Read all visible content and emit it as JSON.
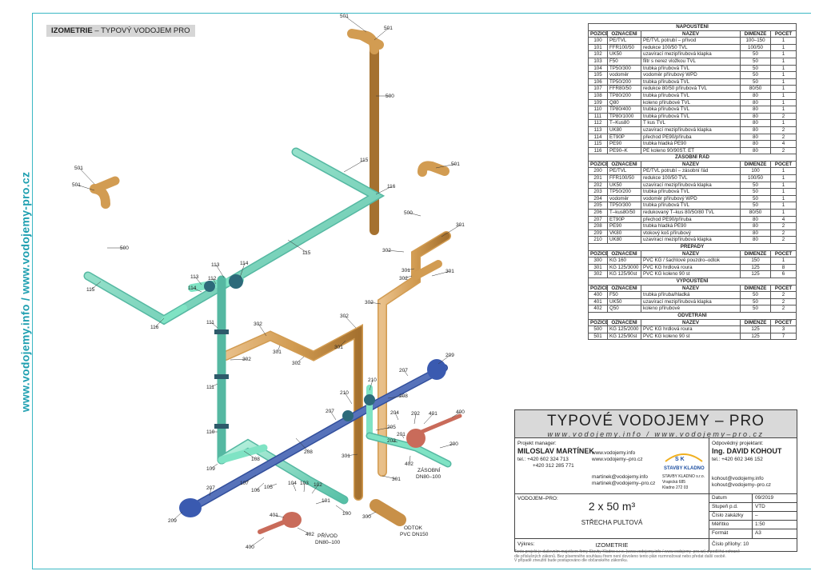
{
  "side_url": "www.vodojemy.info / www.vodojemy-pro.cz",
  "drawing_title": {
    "bold": "IZOMETRIE",
    "rest": " – TYPOVÝ VODOJEM PRO"
  },
  "colors": {
    "water": "#7fe3c4",
    "water_dark": "#55b8a2",
    "pvc": "#d6a15a",
    "pvc_dark": "#b07a3a",
    "steel": "#4a68b8",
    "valve": "#c96b5a",
    "frame": "#3bb8c4"
  },
  "bom": {
    "headers": [
      "POZICE",
      "OZNAČENÍ",
      "NÁZEV",
      "DIMENZE",
      "POČET"
    ],
    "sections": [
      {
        "title": "NAPOUŠTĚNÍ",
        "rows": [
          [
            "100",
            "PE/TVL",
            "PE/TVL potrubí – přívod",
            "100–150",
            "1"
          ],
          [
            "101",
            "FFR100/50",
            "redukce 100/50 TVL",
            "100/50",
            "1"
          ],
          [
            "102",
            "UK50",
            "uzavírací mezipřírubová klapka",
            "50",
            "1"
          ],
          [
            "103",
            "F50",
            "filtr s nerez vložkou TVL",
            "50",
            "1"
          ],
          [
            "104",
            "TP50/300",
            "trubka přírubová TVL",
            "50",
            "1"
          ],
          [
            "105",
            "vodoměr",
            "vodoměr přírubový WPD",
            "50",
            "1"
          ],
          [
            "106",
            "TP50/200",
            "trubka přírubová TVL",
            "50",
            "1"
          ],
          [
            "107",
            "FFR80/50",
            "redukce 80/50 přírubová TVL",
            "80/50",
            "1"
          ],
          [
            "108",
            "TP80/200",
            "trubka přírubová TVL",
            "80",
            "1"
          ],
          [
            "109",
            "Q80",
            "koleno přírubové TVL",
            "80",
            "1"
          ],
          [
            "110",
            "TP80/400",
            "trubka přírubová TVL",
            "80",
            "1"
          ],
          [
            "111",
            "TP80/1000",
            "trubka přírubová TVL",
            "80",
            "2"
          ],
          [
            "112",
            "T–Kus80",
            "T kus TVL",
            "80",
            "1"
          ],
          [
            "113",
            "UK80",
            "uzavírací mezipřírubová klapka",
            "80",
            "2"
          ],
          [
            "114",
            "ET90P",
            "přechod PE90/příruba",
            "80",
            "2"
          ],
          [
            "115",
            "PE90",
            "trubka hladká PE90",
            "80",
            "4"
          ],
          [
            "116",
            "PE90–K",
            "PE koleno 90/90ST. ET",
            "80",
            "2"
          ]
        ]
      },
      {
        "title": "ZÁSOBNÍ ŘÁD",
        "rows": [
          [
            "200",
            "PE/TVL",
            "PE/TVL potrubí – zásobní řád",
            "100",
            "1"
          ],
          [
            "201",
            "FFR100/50",
            "redukce 100/50 TVL",
            "100/50",
            "1"
          ],
          [
            "202",
            "UK50",
            "uzavírací mezipřírubová klapka",
            "50",
            "1"
          ],
          [
            "203",
            "TP50/200",
            "trubka přírubová TVL",
            "50",
            "1"
          ],
          [
            "204",
            "vodoměr",
            "vodoměr přírubový WPD",
            "50",
            "1"
          ],
          [
            "205",
            "TP50/300",
            "trubka přírubová TVL",
            "50",
            "1"
          ],
          [
            "206",
            "T–kus80/50",
            "redukovaný T–kus 80/50/80 TVL",
            "80/50",
            "1"
          ],
          [
            "207",
            "ET90P",
            "přechod PE90/příruba",
            "80",
            "4"
          ],
          [
            "208",
            "PE90",
            "trubka hladká PE90",
            "80",
            "2"
          ],
          [
            "209",
            "VK80",
            "vtokový koš přírubový",
            "80",
            "2"
          ],
          [
            "210",
            "UK80",
            "uzavírací mezipřírubová klapka",
            "80",
            "2"
          ]
        ]
      },
      {
        "title": "PŘEPADY",
        "rows": [
          [
            "300",
            "KG 160",
            "PVC KG / šachtové pouzdro–odtok",
            "150",
            "1"
          ],
          [
            "301",
            "KG 125/3000",
            "PVC KG hrdlová roura",
            "125",
            "8"
          ],
          [
            "302",
            "KG 125/90st",
            "PVC KG koleno 90 st",
            "125",
            "6"
          ]
        ]
      },
      {
        "title": "VYPOUŠTĚNÍ",
        "rows": [
          [
            "400",
            "F50",
            "trubka příruba/hladká",
            "50",
            "2"
          ],
          [
            "401",
            "UK50",
            "uzavírací mezipřírubová klapka",
            "50",
            "2"
          ],
          [
            "402",
            "Q50",
            "koleno přírubové",
            "50",
            "2"
          ]
        ]
      },
      {
        "title": "ODVĚTRÁNÍ",
        "rows": [
          [
            "500",
            "KG 125/2000",
            "PVC KG hrdlová roura",
            "125",
            "3"
          ],
          [
            "501",
            "KG 125/90st",
            "PVC KG koleno 90 st",
            "125",
            "7"
          ]
        ]
      }
    ]
  },
  "title_block": {
    "big_title": "TYPOVÉ VODOJEMY – PRO",
    "www": "www.vodojemy.info / www.vodojemy–pro.cz",
    "manager_label": "Projekt manager:",
    "manager_name": "MILOSLAV MARTÍNEK",
    "manager_tel1": "tel.: +420 602 324 713",
    "manager_tel2": "+420 312 285 771",
    "web1": "www.vodojemy.info",
    "web2": "www.vodojemy–pro.cz",
    "mail1": "martinek@vodojemy.info",
    "mail2": "martinek@vodojemy–pro.cz",
    "logo_text": "S K",
    "logo_sub": "STAVBY KLADNO",
    "company1": "STAVBY KLADNO s.r.o.",
    "company2": "Vrapická 685",
    "company3": "Kladno 272 03",
    "resp_label": "Odpovědný projektant:",
    "resp_name": "Ing. DAVID KOHOUT",
    "resp_tel": "tel.: +420 602 346 152",
    "resp_mail1": "kohout@vodojemy.info",
    "resp_mail2": "kohout@vodojemy–pro.cz",
    "type_label": "VODOJEM–PRO:",
    "volume": "2 x 50 m³",
    "roof": "STŘECHA PULTOVÁ",
    "drawing_label": "Výkres:",
    "drawing_name": "IZOMETRIE",
    "meta": [
      {
        "k": "Datum",
        "v": "09/2019"
      },
      {
        "k": "Stupeň p.d.",
        "v": "VTD"
      },
      {
        "k": "Číslo zakázky",
        "v": "–"
      },
      {
        "k": "Měřítko",
        "v": "1:50"
      },
      {
        "k": "Formát",
        "v": "A3"
      }
    ],
    "attachment": "Číslo přílohy: 10",
    "footnote1": "Tento projekt je duševním majetkem firmy Stavby Kladno s.r.o. (www.vodojemy.info / www.vodojemy–pro.cz) a podléhá ochraně",
    "footnote2": "dle příslušných zákonů. Bez písemného souhlasu firem není dovoleno tento plán rozmnožovat nebo předat další osobě.",
    "footnote3": "V případě zneužití bude postupováno dle občanského zákoníku."
  },
  "annotations": {
    "privod_a": "PŘÍVOD",
    "privod_b": "DN80–100",
    "zasobni_a": "ZÁSOBNÍ",
    "zasobni_b": "DN80–100",
    "odtok_a": "ODTOK",
    "odtok_b": "PVC DN150"
  },
  "labels": [
    {
      "t": "501",
      "id": "l1"
    },
    {
      "t": "501",
      "id": "l2"
    },
    {
      "t": "500",
      "id": "l3"
    },
    {
      "t": "501",
      "id": "l4"
    },
    {
      "t": "501",
      "id": "l5"
    },
    {
      "t": "500",
      "id": "l6"
    },
    {
      "t": "501",
      "id": "l7"
    },
    {
      "t": "500",
      "id": "l8"
    },
    {
      "t": "115",
      "id": "l9"
    },
    {
      "t": "116",
      "id": "l10"
    },
    {
      "t": "115",
      "id": "l11"
    },
    {
      "t": "115",
      "id": "l12"
    },
    {
      "t": "116",
      "id": "l13"
    },
    {
      "t": "113",
      "id": "l14"
    },
    {
      "t": "114",
      "id": "l15"
    },
    {
      "t": "113",
      "id": "l16"
    },
    {
      "t": "112",
      "id": "l17"
    },
    {
      "t": "114",
      "id": "l18"
    },
    {
      "t": "111",
      "id": "l19"
    },
    {
      "t": "111",
      "id": "l20"
    },
    {
      "t": "110",
      "id": "l21"
    },
    {
      "t": "109",
      "id": "l22"
    },
    {
      "t": "108",
      "id": "l23"
    },
    {
      "t": "207",
      "id": "l24"
    },
    {
      "t": "209",
      "id": "l25"
    },
    {
      "t": "107",
      "id": "l26"
    },
    {
      "t": "106",
      "id": "l27"
    },
    {
      "t": "105",
      "id": "l28"
    },
    {
      "t": "104",
      "id": "l29"
    },
    {
      "t": "103",
      "id": "l30"
    },
    {
      "t": "102",
      "id": "l31"
    },
    {
      "t": "101",
      "id": "l32"
    },
    {
      "t": "100",
      "id": "l33"
    },
    {
      "t": "401",
      "id": "l34"
    },
    {
      "t": "402",
      "id": "l35"
    },
    {
      "t": "400",
      "id": "l36"
    },
    {
      "t": "208",
      "id": "l37"
    },
    {
      "t": "207",
      "id": "l38"
    },
    {
      "t": "210",
      "id": "l39"
    },
    {
      "t": "210",
      "id": "l40"
    },
    {
      "t": "208",
      "id": "l41"
    },
    {
      "t": "207",
      "id": "l42"
    },
    {
      "t": "209",
      "id": "l43"
    },
    {
      "t": "204",
      "id": "l44"
    },
    {
      "t": "202",
      "id": "l45"
    },
    {
      "t": "401",
      "id": "l46"
    },
    {
      "t": "400",
      "id": "l47"
    },
    {
      "t": "205",
      "id": "l48"
    },
    {
      "t": "203",
      "id": "l49"
    },
    {
      "t": "201",
      "id": "l50"
    },
    {
      "t": "200",
      "id": "l51"
    },
    {
      "t": "402",
      "id": "l52"
    },
    {
      "t": "302",
      "id": "l53"
    },
    {
      "t": "301",
      "id": "l54"
    },
    {
      "t": "302",
      "id": "l55"
    },
    {
      "t": "301",
      "id": "l56"
    },
    {
      "t": "301",
      "id": "l57"
    },
    {
      "t": "302",
      "id": "l58"
    },
    {
      "t": "302",
      "id": "l59"
    },
    {
      "t": "301",
      "id": "l60"
    },
    {
      "t": "302",
      "id": "l61"
    },
    {
      "t": "302",
      "id": "l62"
    },
    {
      "t": "301",
      "id": "l63"
    },
    {
      "t": "302",
      "id": "l64"
    },
    {
      "t": "301",
      "id": "l65"
    },
    {
      "t": "301",
      "id": "l66"
    },
    {
      "t": "300",
      "id": "l67"
    }
  ]
}
